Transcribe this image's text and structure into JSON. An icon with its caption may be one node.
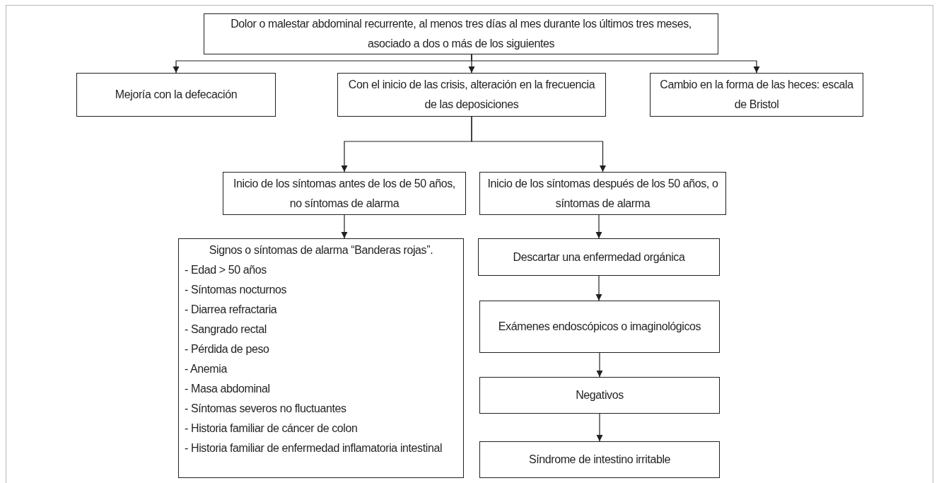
{
  "diagram": {
    "nodes": [
      {
        "text": [
          "Dolor o malestar abdominal recurrente, al menos tres días al mes durante los últimos tres meses, asociado a dos o más de los siguientes"
        ]
      },
      {
        "text": [
          "Mejoría con la defecación"
        ]
      },
      {
        "text": [
          "Con el inicio de las crisis, alteración en la frecuencia de las deposiciones"
        ]
      },
      {
        "text": [
          "Cambio en la forma de las heces: escala de Bristol"
        ]
      },
      {
        "text": [
          "Inicio de los síntomas antes de los de 50 años, no síntomas de alarma"
        ]
      },
      {
        "text": [
          "Inicio de los síntomas después de los 50 años, o síntomas de alarma"
        ]
      },
      {
        "text": [
          "Signos o síntomas de alarma “Banderas rojas”.",
          "- Edad > 50 años",
          "- Síntomas nocturnos",
          "- Diarrea refractaria",
          "- Sangrado rectal",
          "- Pérdida de peso",
          "- Anemia",
          "- Masa abdominal",
          "- Síntomas severos no fluctuantes",
          "- Historia familiar de cáncer de colon",
          "- Historia familiar de enfermedad inflamatoria intestinal"
        ]
      },
      {
        "text": [
          "Descartar una enfermedad orgánica"
        ]
      },
      {
        "text": [
          "Exámenes endoscópicos o imaginológicos"
        ]
      },
      {
        "text": [
          "Negativos"
        ]
      },
      {
        "text": [
          "Síndrome de intestino irritable"
        ]
      }
    ],
    "edges": [
      {
        "from": 0,
        "to": 1,
        "arrow": "to"
      },
      {
        "from": 0,
        "to": 2,
        "arrow": "to"
      },
      {
        "from": 0,
        "to": 3,
        "arrow": "to"
      },
      {
        "from": 2,
        "to": 4,
        "arrow": "to"
      },
      {
        "from": 2,
        "to": 5,
        "arrow": "to"
      },
      {
        "from": 4,
        "to": 6,
        "arrow": "to"
      },
      {
        "from": 5,
        "to": 7,
        "arrow": "to"
      },
      {
        "from": 7,
        "to": 8,
        "arrow": "to"
      },
      {
        "from": 8,
        "to": 9,
        "arrow": "to"
      },
      {
        "from": 9,
        "to": 10,
        "arrow": "to"
      }
    ]
  }
}
